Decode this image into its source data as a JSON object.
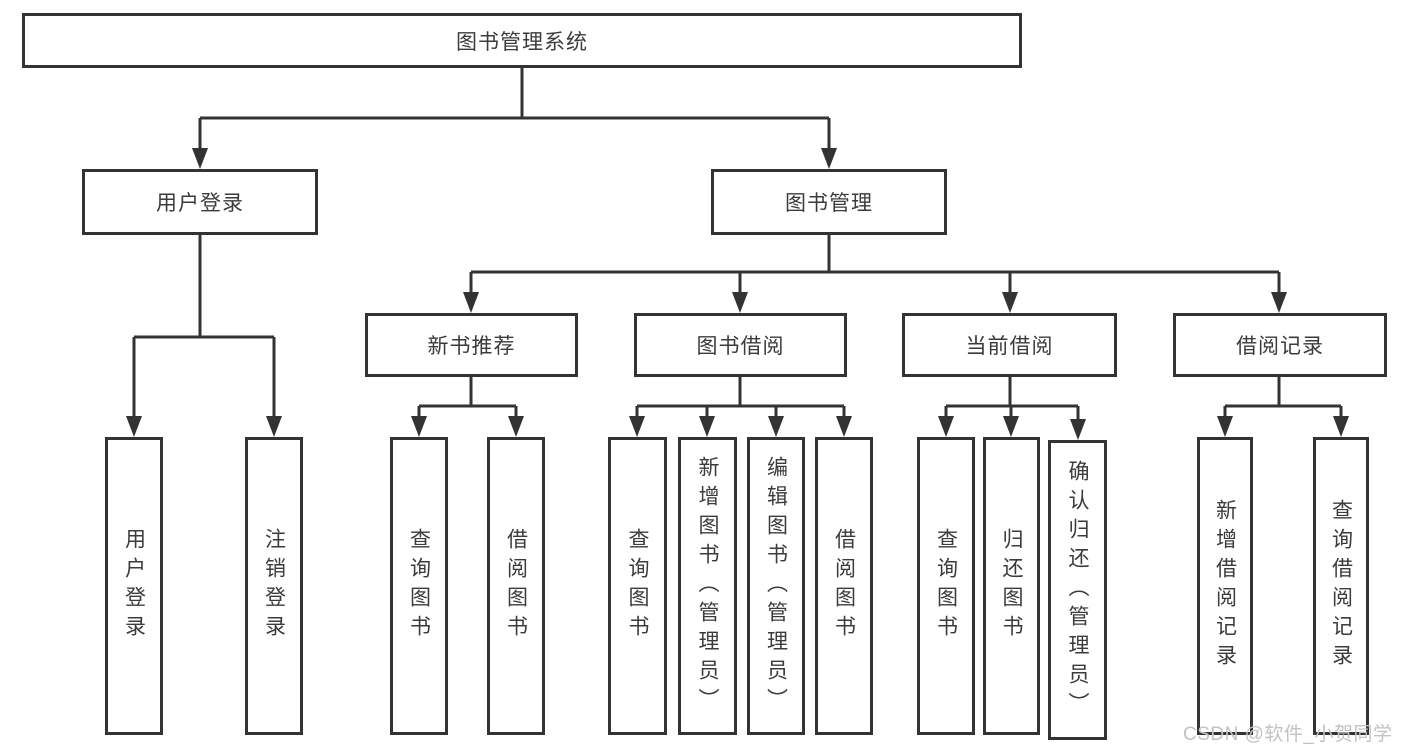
{
  "diagram": {
    "root": "图书管理系统",
    "level2": [
      "用户登录",
      "图书管理"
    ],
    "level3": [
      "新书推荐",
      "图书借阅",
      "当前借阅",
      "借阅记录"
    ],
    "leaves_user_login": [
      "用户登录",
      "注销登录"
    ],
    "leaves_new_book": [
      "查询图书",
      "借阅图书"
    ],
    "leaves_book_borrow": [
      "查询图书",
      "新增图书（管理员）",
      "编辑图书（管理员）",
      "借阅图书"
    ],
    "leaves_current_borrow": [
      "查询图书",
      "归还图书",
      "确认归还（管理员）"
    ],
    "leaves_borrow_records": [
      "新增借阅记录",
      "查询借阅记录"
    ]
  },
  "watermark": "CSDN @软件_小贺同学",
  "colors": {
    "line": "#333333",
    "text": "#3b3b3b",
    "watermark": "#c2c2c2",
    "background": "#ffffff"
  }
}
